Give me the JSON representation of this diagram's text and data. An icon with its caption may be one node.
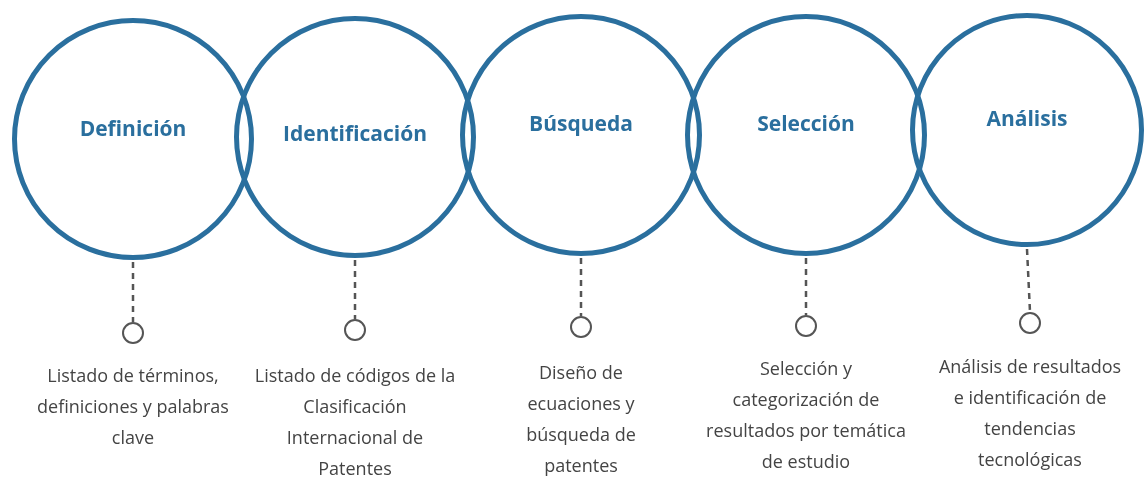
{
  "diagram": {
    "nodes": [
      {
        "text": [
          "Definición"
        ]
      },
      {
        "text": [
          "Identificación"
        ]
      },
      {
        "text": [
          "Búsqueda"
        ]
      },
      {
        "text": [
          "Selección"
        ]
      },
      {
        "text": [
          "Análisis"
        ]
      },
      {
        "text": [],
        "shape": "circle",
        "beside": [
          "Listado de términos, definiciones y palabras clave"
        ]
      },
      {
        "text": [],
        "shape": "circle",
        "beside": [
          "Listado de códigos de la Clasificación Internacional de Patentes"
        ]
      },
      {
        "text": [],
        "shape": "circle",
        "beside": [
          "Diseño de ecuaciones y búsqueda de patentes"
        ]
      },
      {
        "text": [],
        "shape": "circle",
        "beside": [
          "Selección y categorización de resultados por temática de estudio"
        ]
      },
      {
        "text": [],
        "shape": "circle",
        "beside": [
          "Análisis de resultados e identificación de tendencias tecnológicas"
        ]
      }
    ],
    "edges": [
      {
        "from": 0,
        "to": 5,
        "arrow": "none",
        "style": "dashed"
      },
      {
        "from": 1,
        "to": 6,
        "arrow": "none",
        "style": "dashed"
      },
      {
        "from": 2,
        "to": 7,
        "arrow": "none",
        "style": "dashed"
      },
      {
        "from": 3,
        "to": 8,
        "arrow": "none",
        "style": "dashed"
      },
      {
        "from": 4,
        "to": 9,
        "arrow": "none",
        "style": "dashed"
      }
    ]
  }
}
